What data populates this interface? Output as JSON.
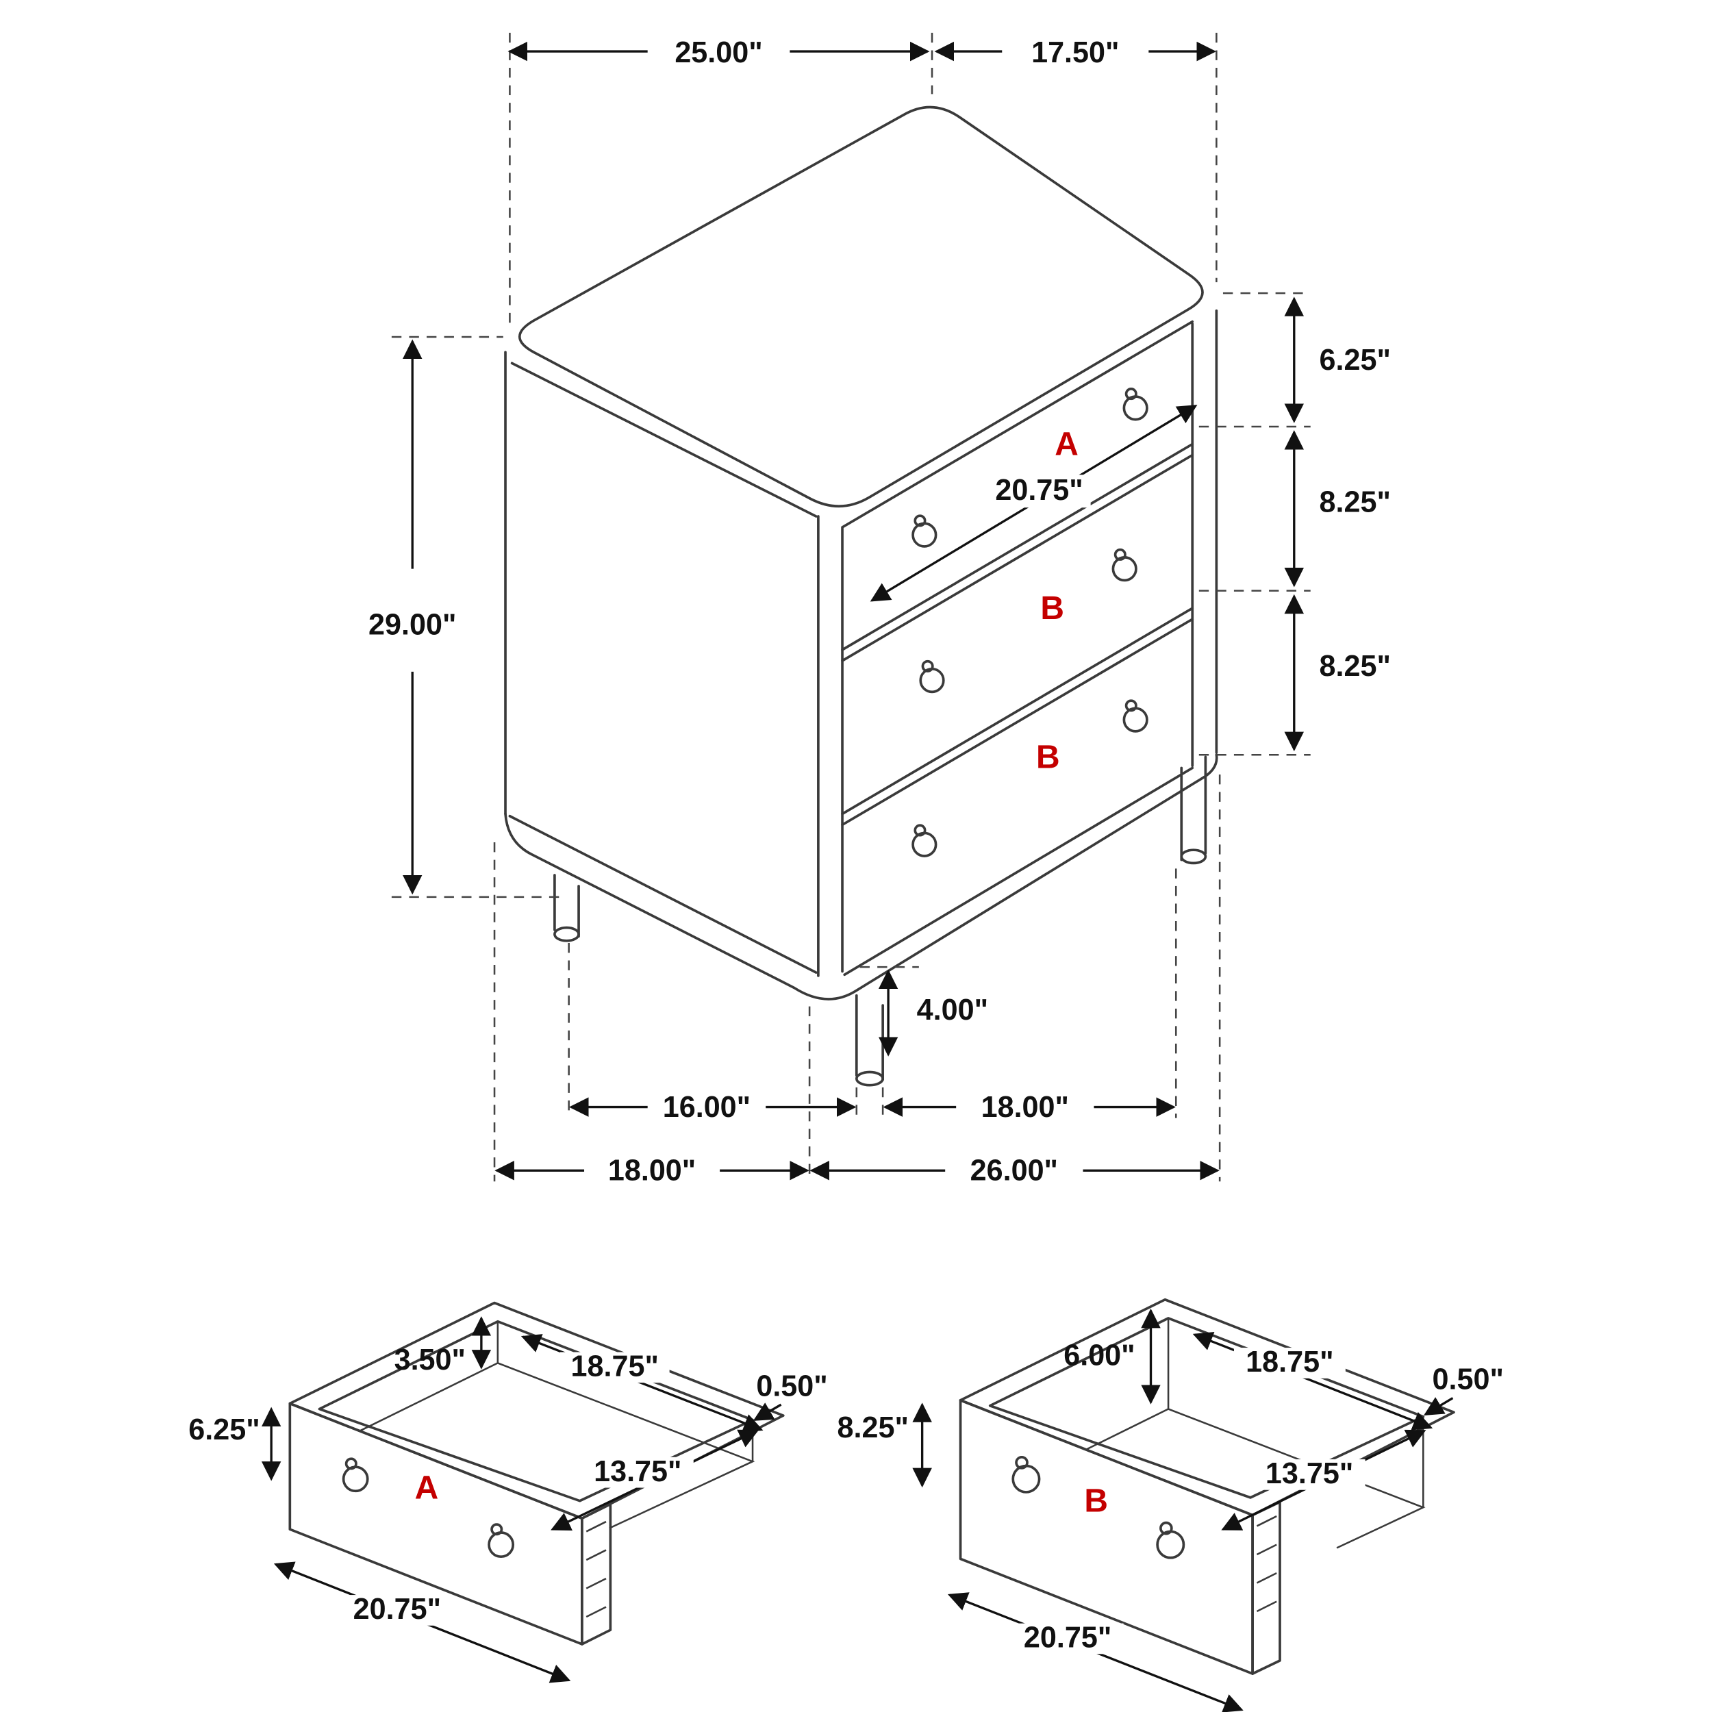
{
  "diagram_title": "3-drawer chest dimension diagram",
  "colors": {
    "line": "#3a3a3a",
    "dimension": "#111111",
    "drawer_label": "#c40000",
    "background": "#ffffff"
  },
  "main": {
    "top_width": "25.00\"",
    "top_depth": "17.50\"",
    "overall_height": "29.00\"",
    "drawer_a_front": "6.25\"",
    "drawer_b1_front": "8.25\"",
    "drawer_b2_front": "8.25\"",
    "drawer_face_width": "20.75\"",
    "leg_height": "4.00\"",
    "front_leg_spacing": "16.00\"",
    "side_leg_spacing": "18.00\"",
    "base_front_width": "18.00\"",
    "base_side_depth": "26.00\"",
    "drawer_labels": {
      "a": "A",
      "b1": "B",
      "b2": "B"
    }
  },
  "drawer_a": {
    "label": "A",
    "wall_height": "3.50\"",
    "inner_width": "18.75\"",
    "wall_thickness": "0.50\"",
    "front_height": "6.25\"",
    "inner_depth": "13.75\"",
    "front_width": "20.75\""
  },
  "drawer_b": {
    "label": "B",
    "wall_height": "6.00\"",
    "inner_width": "18.75\"",
    "wall_thickness": "0.50\"",
    "front_height": "8.25\"",
    "inner_depth": "13.75\"",
    "front_width": "20.75\""
  }
}
